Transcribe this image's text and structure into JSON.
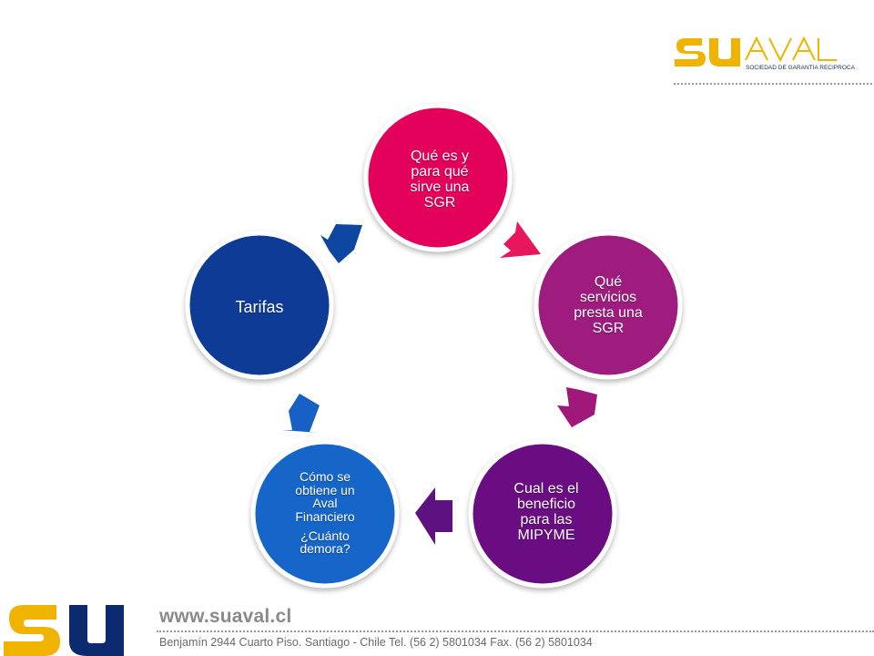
{
  "header": {
    "logo_brand_su": "SU",
    "logo_brand_aval": "AVAL",
    "logo_tagline": "SOCIEDAD DE GARANTIA RECIPROCA"
  },
  "cycle": {
    "nodes": [
      {
        "lines": [
          "Qué es y",
          "para qué",
          "sirve una",
          "SGR"
        ],
        "color": "#e2005a"
      },
      {
        "lines": [
          "Qué",
          "servicios",
          "presta una",
          "SGR"
        ],
        "color": "#9e1a7e"
      },
      {
        "lines": [
          "Cual es el",
          "beneficio",
          "para las",
          "MIPYME"
        ],
        "color": "#6a0e82"
      },
      {
        "lines": [
          "Cómo se",
          "obtiene un",
          "Aval",
          "Financiero"
        ],
        "extra": [
          "¿Cuánto",
          "demora?"
        ],
        "color": "#1565c8"
      },
      {
        "lines": [
          "Tarifas"
        ],
        "color": "#0a3a96"
      }
    ],
    "arrow_colors": [
      "#e8175d",
      "#a0197a",
      "#5e1281",
      "#1660c6",
      "#0d47a1"
    ]
  },
  "footer": {
    "url": "www.suaval.cl",
    "address": "Benjamín 2944  Cuarto Piso. Santiago - Chile   Tel. (56 2) 5801034   Fax. (56 2) 5801034",
    "brand_text": "SU",
    "brand_color": "#f0b400",
    "brand_color_dark": "#0b2a6f"
  }
}
